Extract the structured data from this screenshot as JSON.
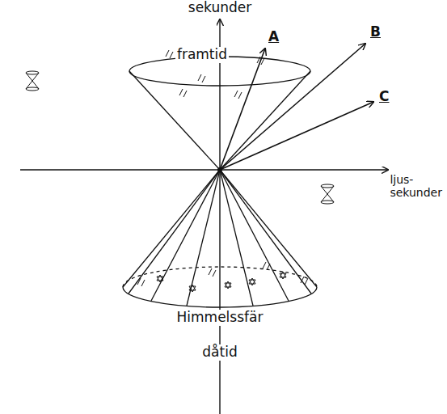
{
  "diagram": {
    "labels": [
      "sekunder",
      "framtid",
      "A",
      "B",
      "C",
      "ljus- sekunder",
      "Himmelssfär",
      "dåtid"
    ]
  }
}
